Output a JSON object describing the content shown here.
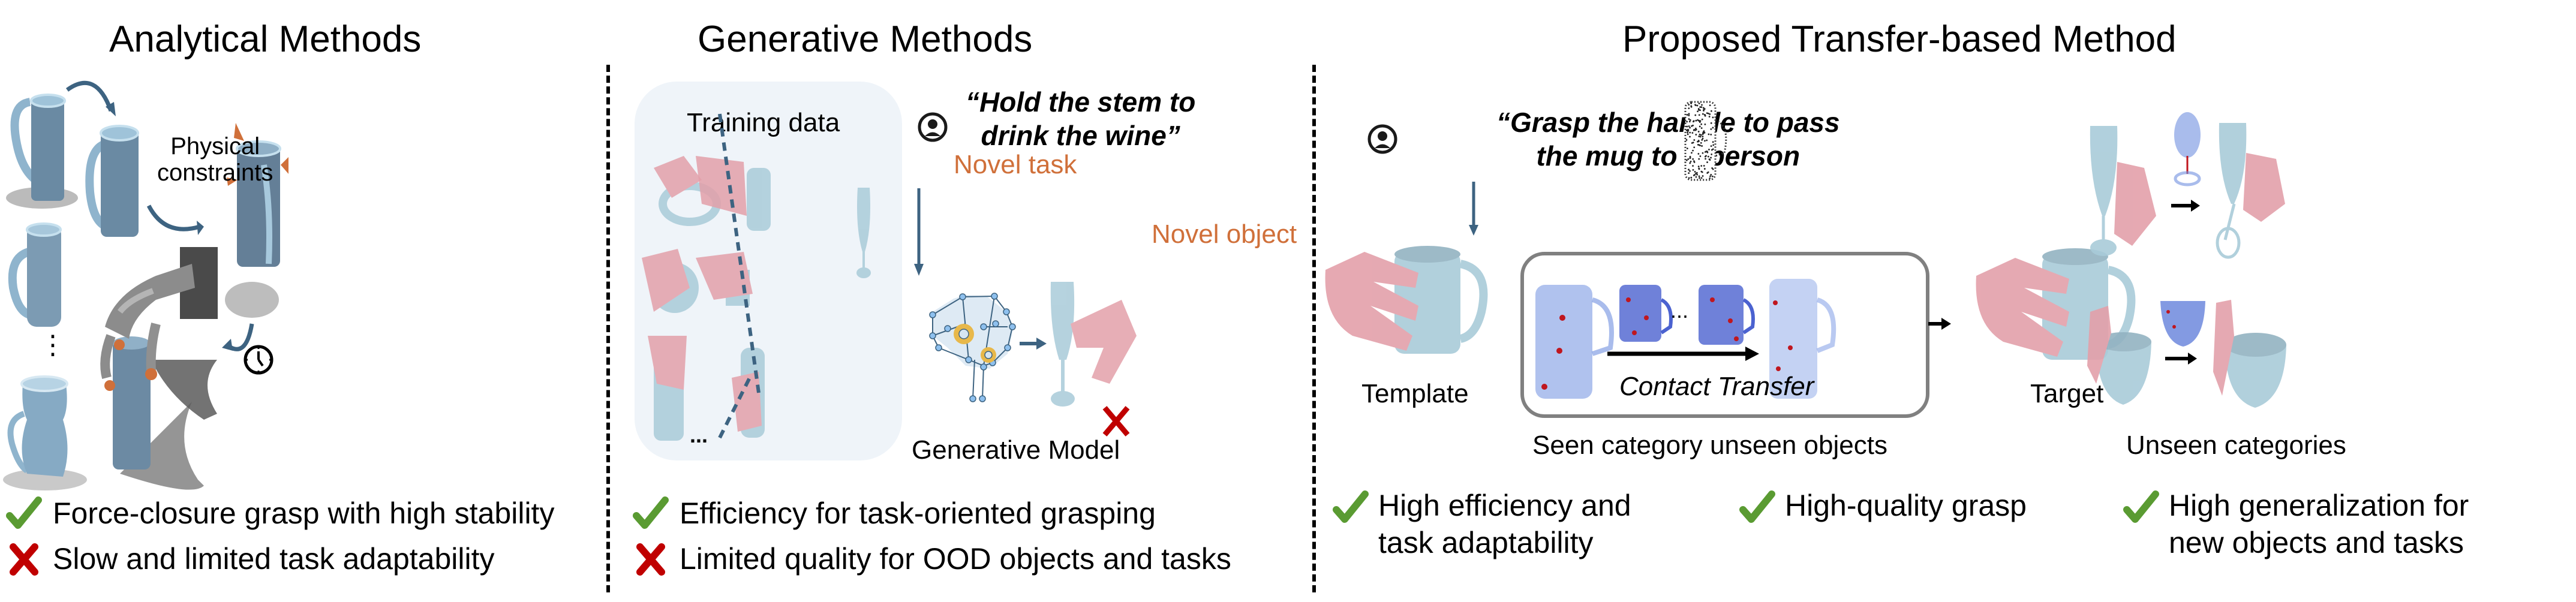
{
  "figure": {
    "panels": [
      {
        "id": "analytical",
        "title": "Analytical Methods",
        "labels": {
          "physical_constraints_line1": "Physical",
          "physical_constraints_line2": "constraints",
          "ellipsis": "⋮"
        },
        "pros": [
          "Force-closure grasp with high stability"
        ],
        "cons": [
          "Slow and limited task adaptability"
        ]
      },
      {
        "id": "generative",
        "title": "Generative Methods",
        "labels": {
          "training_data": "Training data",
          "quote_line1": "“Hold the stem to",
          "quote_line2": "drink the wine”",
          "novel_task": "Novel task",
          "novel_object": "Novel object",
          "generative_model": "Generative Model",
          "ellipsis": "..."
        },
        "pros": [
          "Efficiency for task-oriented grasping"
        ],
        "cons": [
          "Limited quality for OOD objects and tasks"
        ]
      },
      {
        "id": "transfer",
        "title": "Proposed Transfer-based Method",
        "labels": {
          "quote_line1": "“Grasp the handle to pass",
          "quote_line2": "the mug to a person",
          "template": "Template",
          "contact_transfer": "Contact Transfer",
          "ellipsis": "...",
          "target": "Target",
          "seen_category": "Seen category unseen objects",
          "unseen_categories": "Unseen categories"
        },
        "pros": [
          {
            "line1": "High efficiency and",
            "line2": "task adaptability"
          },
          {
            "line1": "High-quality grasp",
            "line2": ""
          },
          {
            "line1": "High generalization for",
            "line2": "new objects and tasks"
          }
        ]
      }
    ],
    "icons": {
      "check": "check-icon",
      "cross": "cross-icon",
      "user": "user-avatar-icon",
      "clock": "clock-icon",
      "gear": "gear-icon"
    },
    "colors": {
      "check": "#5A9B32",
      "cross": "#C00000",
      "accent_orange": "#D0703A",
      "arrow_blue": "#3D6381",
      "mug_blue": "#A9CBD9",
      "hand_pink": "#E3A0AA",
      "training_bg": "#EFF4F9"
    }
  }
}
